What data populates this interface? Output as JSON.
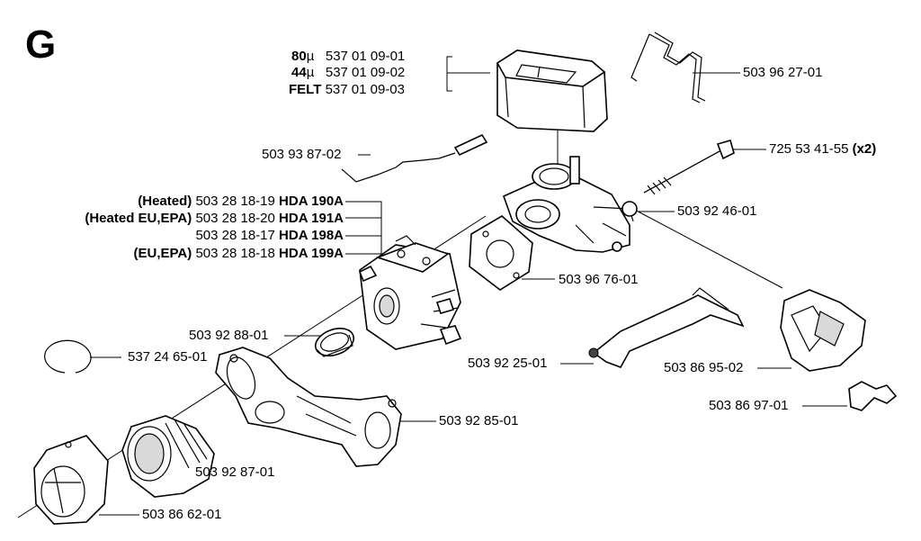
{
  "section_letter": "G",
  "parts": {
    "filter_80": {
      "spec": "80",
      "unit": "µ",
      "number": "537 01 09-01"
    },
    "filter_44": {
      "spec": "44",
      "unit": "µ",
      "number": "537 01 09-02"
    },
    "filter_felt": {
      "spec": "FELT",
      "number": "537 01 09-03"
    },
    "clip_top": {
      "number": "503 96 27-01"
    },
    "rod": {
      "number": "503 93 87-02"
    },
    "bolt": {
      "number": "725 53 41-55",
      "qty": "(x2)"
    },
    "carb_holder": {
      "number": "503 92 46-01"
    },
    "carb_heated": {
      "variant": "(Heated)",
      "number": "503 28 18-19",
      "model": "HDA 190A"
    },
    "carb_heated_eu": {
      "variant": "(Heated EU,EPA)",
      "number": "503 28 18-20",
      "model": "HDA 191A"
    },
    "carb_std": {
      "number": "503 28 18-17",
      "model": "HDA 198A"
    },
    "carb_eu": {
      "variant": "(EU,EPA)",
      "number": "503 28 18-18",
      "model": "HDA 199A"
    },
    "gasket": {
      "number": "503 96 76-01"
    },
    "collar": {
      "number": "503 92 88-01"
    },
    "circlip": {
      "number": "537 24 65-01"
    },
    "throttle_rod": {
      "number": "503 92 25-01"
    },
    "cover": {
      "number": "503 86 95-02"
    },
    "spring": {
      "number": "503 86 97-01"
    },
    "manifold": {
      "number": "503 92 85-01"
    },
    "intake_hose": {
      "number": "503 92 87-01"
    },
    "flange": {
      "number": "503 86 62-01"
    }
  }
}
